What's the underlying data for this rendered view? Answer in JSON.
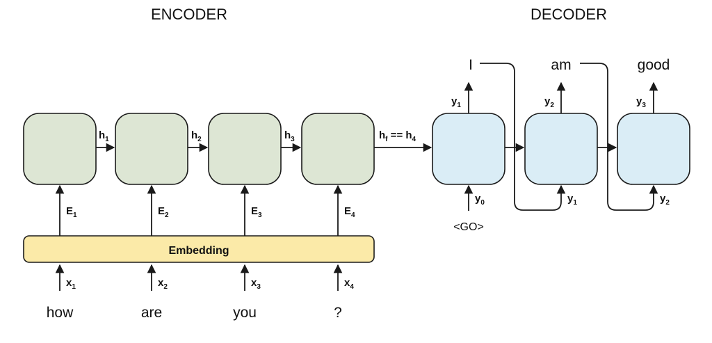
{
  "headings": {
    "encoder": "ENCODER",
    "decoder": "DECODER"
  },
  "embedding_label": "Embedding",
  "input_words": [
    "how",
    "are",
    "you",
    "?"
  ],
  "input_labels": [
    {
      "base": "x",
      "sub": "1"
    },
    {
      "base": "x",
      "sub": "2"
    },
    {
      "base": "x",
      "sub": "3"
    },
    {
      "base": "x",
      "sub": "4"
    }
  ],
  "embedding_labels": [
    {
      "base": "E",
      "sub": "1"
    },
    {
      "base": "E",
      "sub": "2"
    },
    {
      "base": "E",
      "sub": "3"
    },
    {
      "base": "E",
      "sub": "4"
    }
  ],
  "hidden_labels": [
    {
      "base": "h",
      "sub": "1"
    },
    {
      "base": "h",
      "sub": "2"
    },
    {
      "base": "h",
      "sub": "3"
    }
  ],
  "final_hidden": {
    "base": "h",
    "sub": "f",
    "mid": " == h",
    "sub2": "4"
  },
  "decoder_outputs": [
    {
      "base": "y",
      "sub": "1"
    },
    {
      "base": "y",
      "sub": "2"
    },
    {
      "base": "y",
      "sub": "3"
    }
  ],
  "decoder_inputs": [
    {
      "base": "y",
      "sub": "0"
    },
    {
      "base": "y",
      "sub": "1"
    },
    {
      "base": "y",
      "sub": "2"
    }
  ],
  "decoder_words": [
    "I",
    "am",
    "good"
  ],
  "go_token": "<GO>",
  "colors": {
    "encoder_cell": "#dde6d4",
    "decoder_cell": "#daedf6",
    "embedding": "#fbeaa8",
    "stroke": "#1a1a1a"
  }
}
